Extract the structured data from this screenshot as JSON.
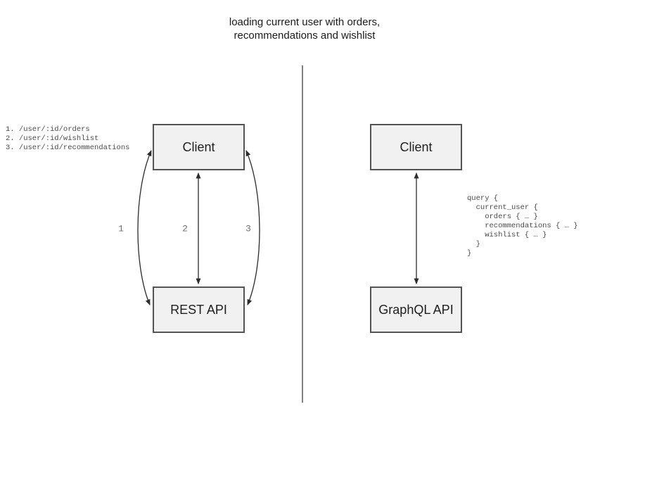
{
  "title": "loading current user with orders,\nrecommendations and wishlist",
  "rest_panel": {
    "client_label": "Client",
    "api_label": "REST API",
    "endpoints": [
      "1. /user/:id/orders",
      "2. /user/:id/wishlist",
      "3. /user/:id/recommendations"
    ],
    "arrow_labels": [
      "1",
      "2",
      "3"
    ]
  },
  "graphql_panel": {
    "client_label": "Client",
    "api_label": "GraphQL API",
    "query": "query {\n  current_user {\n    orders { … }\n    recommendations { … }\n    wishlist { … }\n  }\n}"
  },
  "colors": {
    "box_fill": "#f1f1f1",
    "box_border": "#545454",
    "arrow": "#2b2b2b",
    "code_text": "#4a4a4a",
    "arrow_label_text": "#6e6e6e",
    "divider": "#808080",
    "title_text": "#1a1a1a"
  }
}
